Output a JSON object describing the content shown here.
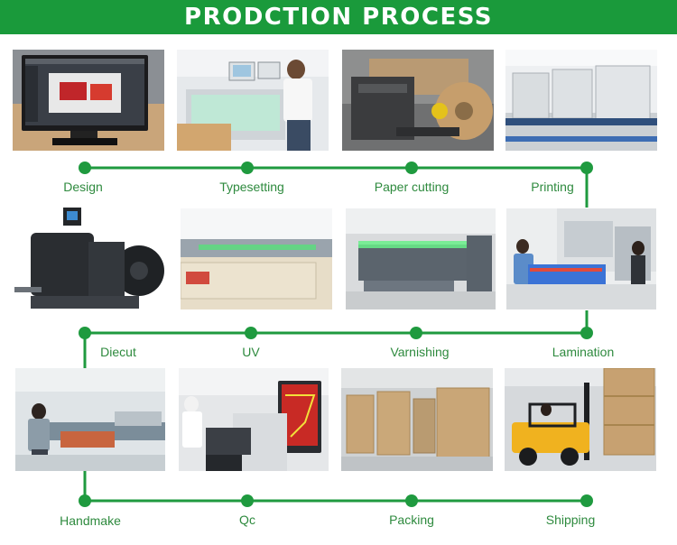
{
  "header": {
    "title": "PRODCTION PROCESS"
  },
  "colors": {
    "accent": "#1a9a3b",
    "label": "#2e8a3e",
    "line": "#1f9a3f"
  },
  "steps": [
    {
      "label": "Design"
    },
    {
      "label": "Typesetting"
    },
    {
      "label": "Paper cutting"
    },
    {
      "label": "Printing"
    },
    {
      "label": "Lamination"
    },
    {
      "label": "Varnishing"
    },
    {
      "label": "UV"
    },
    {
      "label": "Diecut"
    },
    {
      "label": "Handmake"
    },
    {
      "label": "Qc"
    },
    {
      "label": "Packing"
    },
    {
      "label": "Shipping"
    }
  ]
}
